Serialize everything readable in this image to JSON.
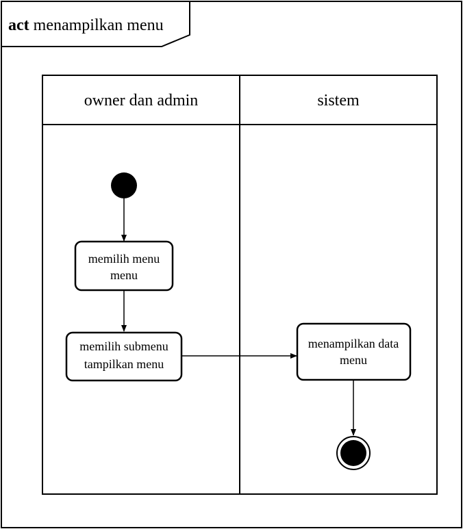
{
  "frame": {
    "keyword": "act",
    "title": "menampilkan menu"
  },
  "swimlanes": [
    {
      "label": "owner dan admin"
    },
    {
      "label": "sistem"
    }
  ],
  "actions": [
    {
      "id": "memilih-menu",
      "lines": [
        "memilih menu",
        "menu"
      ]
    },
    {
      "id": "memilih-submenu",
      "lines": [
        "memilih submenu",
        "tampilkan menu"
      ]
    },
    {
      "id": "menampilkan-data",
      "lines": [
        "menampilkan data",
        "menu"
      ]
    }
  ],
  "colors": {
    "stroke": "#000000",
    "fill": "#ffffff",
    "node": "#000000"
  }
}
